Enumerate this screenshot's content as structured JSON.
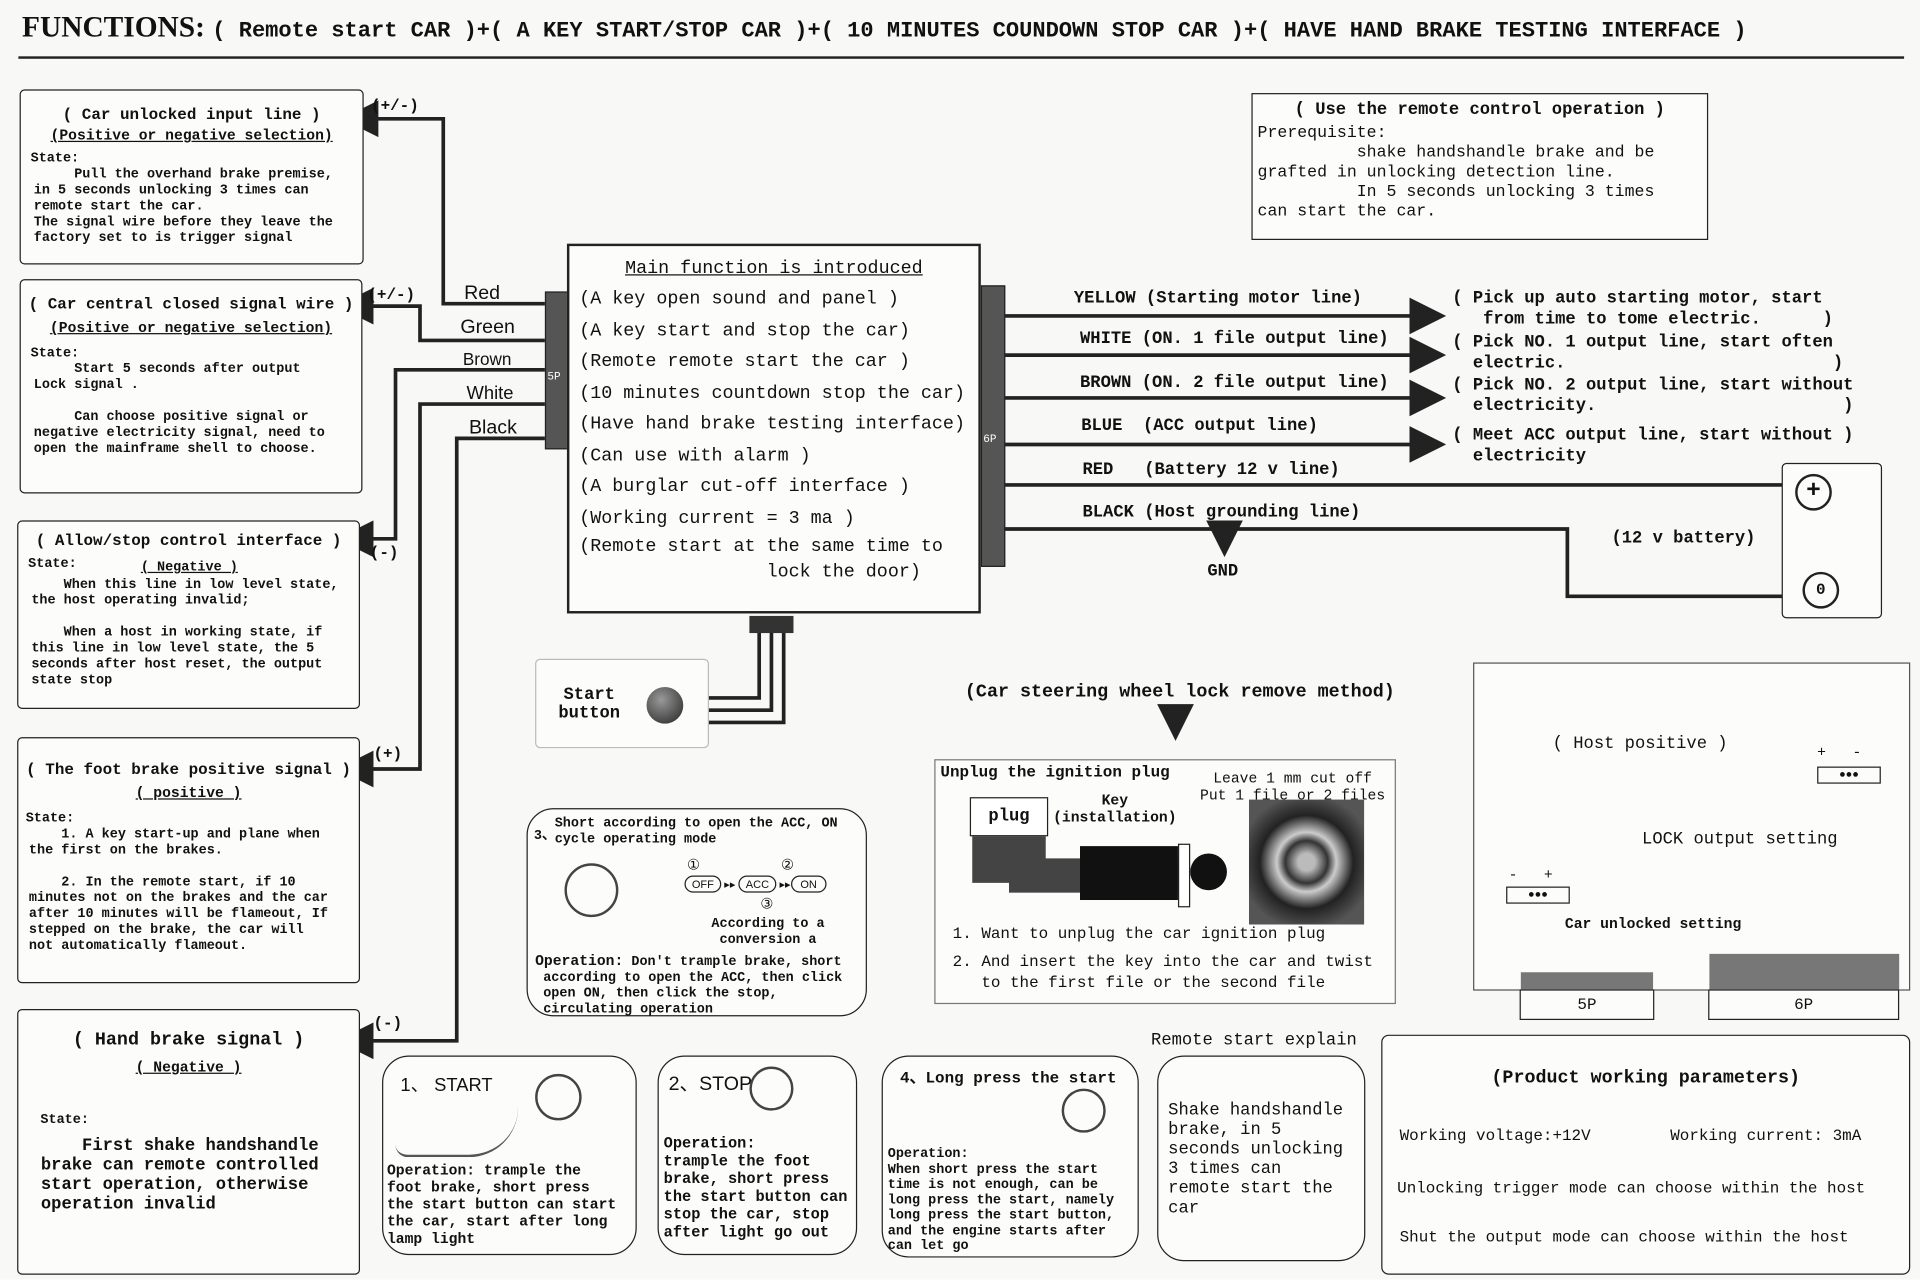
{
  "title": {
    "label": "FUNCTIONS:",
    "parts": [
      "( Remote start CAR )",
      "+( A KEY START/STOP CAR )",
      "+( 10 MINUTES COUNDOWN STOP CAR )",
      "+( HAVE HAND BRAKE TESTING INTERFACE )"
    ]
  },
  "left_boxes": [
    {
      "title": "( Car unlocked input line )",
      "sub": "(Positive or negative selection)",
      "state": "State:",
      "body": "      Pull the overhand brake premise,\n in 5 seconds unlocking 3 times can\n remote start the car.\n The signal wire before they leave the\n factory set to is trigger signal",
      "polarity": "(+/-)",
      "wire": "Red"
    },
    {
      "title": "( Car central closed signal wire )",
      "sub": "(Positive or negative selection)",
      "state": "State:",
      "body": "      Start 5 seconds after output\n Lock signal .\n\n      Can choose positive signal or\n negative electricity signal, need to\n open the mainframe shell to choose.",
      "polarity": "(+/-)",
      "wire": "Green"
    },
    {
      "title": "( Allow/stop control interface )",
      "sub": "( Negative )",
      "state": "State:",
      "body": "     When this line in low level state,\n the host operating invalid;\n\n     When a host in working state, if\n this line in low level state, the 5\n seconds after host reset, the output\n state stop",
      "polarity": "(-)",
      "wire": "Brown"
    },
    {
      "title": "( The foot brake positive signal )",
      "sub": "( positive )",
      "state": "State:",
      "body": "     1. A key start-up and plane when\n the first on the brakes.\n\n     2. In the remote start, if 10\n minutes not on the brakes and the car\n after 10 minutes will be flameout, If\n stepped on the brake, the car will\n not automatically flameout.",
      "polarity": "(+)",
      "wire": "White"
    },
    {
      "title": "(   Hand brake signal   )",
      "sub": "( Negative )",
      "state": "State:",
      "body": "     First shake handshandle\n brake can remote controlled\n start operation, otherwise\n operation invalid",
      "polarity": "(-)",
      "wire": "Black"
    }
  ],
  "connectors": {
    "left": "5P",
    "right": "6P"
  },
  "main_box": {
    "title": "Main function is introduced",
    "items": [
      "(A key open sound and panel )",
      "(A key start and stop the car)",
      "(Remote remote start the car )",
      "(10 minutes countdown stop the car)",
      "(Have hand brake testing interface)",
      "(Can use with alarm )",
      "(A burglar cut-off interface )",
      "(Working current = 3 ma )",
      "(Remote start at the same time to\n                 lock the door)"
    ]
  },
  "right_wires": [
    {
      "color": "YELLOW",
      "desc": "(Starting motor line)",
      "target": "( Pick up auto starting motor, start\n   from time to tome electric.      )"
    },
    {
      "color": "WHITE",
      "desc": "(ON. 1 file output line)",
      "target": "( Pick NO. 1 output line, start often\n  electric.                          )"
    },
    {
      "color": "BROWN",
      "desc": "(ON. 2 file output line)",
      "target": "( Pick NO. 2 output line, start without\n  electricity.                        )"
    },
    {
      "color": "BLUE",
      "desc": "(ACC output line)",
      "target": "( Meet ACC output line, start without )\n  electricity"
    },
    {
      "color": "RED",
      "desc": "(Battery 12 v line)"
    },
    {
      "color": "BLACK",
      "desc": "(Host grounding line)"
    }
  ],
  "gnd": "GND",
  "battery": {
    "label": "(12 v battery)",
    "plus": "+",
    "minus": "0"
  },
  "remote_box": {
    "title": "( Use the remote control operation )",
    "body": "Prerequisite:\n          shake handshandle brake and be\ngrafted in unlocking detection line.\n          In 5 seconds unlocking 3 times\ncan start the car."
  },
  "start_button": {
    "label": "Start\nbutton"
  },
  "steering": {
    "title": "(Car steering wheel lock remove method)",
    "unplug": "Unplug the ignition plug",
    "plug": "plug",
    "key": "Key\n(installation)",
    "leave": "Leave 1 mm cut off\nPut 1 file or 2 files",
    "steps": [
      "1. Want to unplug the car ignition plug",
      "2. And insert the key into the car and twist\n   to the first file or the second file"
    ]
  },
  "acc_box": {
    "num": "3、",
    "title": "Short according to open the ACC, ON\ncycle operating mode",
    "states": [
      "OFF",
      "ACC",
      "ON"
    ],
    "marks": [
      "①",
      "②",
      "③"
    ],
    "note": "According to a\nconversion a",
    "op_label": "Operation:",
    "op": " Don't trample brake, short\n according to open the ACC, then click\n open ON, then click the stop,\n circulating operation"
  },
  "host_panel": {
    "host_positive": "( Host positive )",
    "lock": "LOCK output setting",
    "unlock": "Car unlocked setting",
    "plus": "+",
    "minus": "-",
    "p5": "5P",
    "p6": "6P"
  },
  "steps": [
    {
      "title": "1、 START",
      "op": "Operation: trample the\nfoot brake, short press\nthe start button can start\nthe car, start after long\nlamp light"
    },
    {
      "title": "2、STOP",
      "op": "Operation:\ntrample the foot\nbrake, short press\nthe start button can\nstop the car, stop\nafter light go out"
    },
    {
      "title": "4、Long press the start",
      "op": "Operation:\nWhen short press the start\ntime is not enough, can be\nlong press the start, namely\nlong press the start button,\nand the engine starts after\ncan let go"
    }
  ],
  "remote_explain": {
    "title": "Remote start explain",
    "body": "Shake handshandle\nbrake, in 5\nseconds unlocking\n3 times can\nremote start the\ncar"
  },
  "params": {
    "title": "(Product working parameters)",
    "voltage": "Working voltage:+12V",
    "current": "Working current: 3mA",
    "unlock": "Unlocking trigger mode can choose within the host",
    "shut": "Shut the output mode can choose within the host"
  }
}
